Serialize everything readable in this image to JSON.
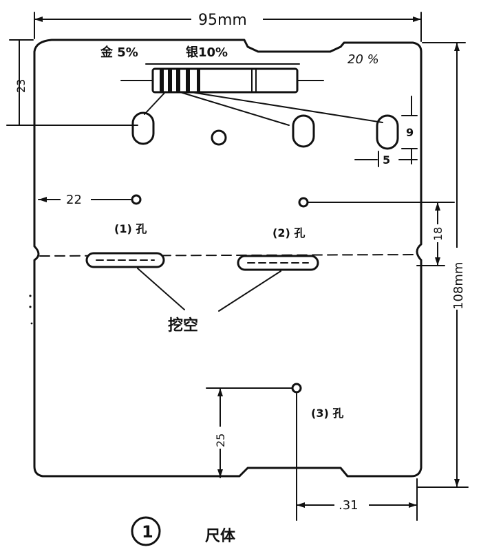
{
  "dims": {
    "width": "95mm",
    "height": "108mm",
    "top_to_hole_row": "23",
    "left_offset": "22",
    "hole_to_fold": "18",
    "slot_height": "9",
    "slot_width": "5",
    "bottom_hole_height": "25",
    "bottom_hole_offset": ".31"
  },
  "bands": {
    "gold": "金 5%",
    "silver": "银10%",
    "tolerance": "20 %"
  },
  "holes": {
    "hole1": "(1) 孔",
    "hole2": "(2) 孔",
    "hole3": "(3) 孔"
  },
  "cutout_label": "挖空",
  "figure": {
    "number": "1",
    "caption": "尺体"
  },
  "colors": {
    "ink": "#111111",
    "paper": "#ffffff"
  }
}
